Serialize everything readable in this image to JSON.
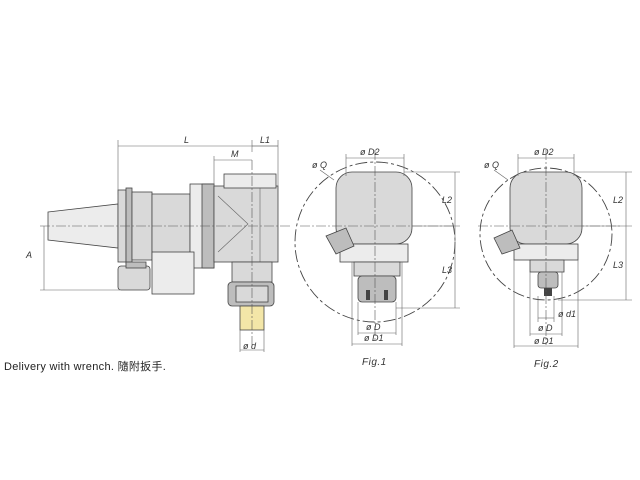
{
  "labels": {
    "L": "L",
    "L1": "L1",
    "M": "M",
    "A": "A",
    "d": "ø d",
    "fig1_Q": "ø Q",
    "fig1_D2": "ø D2",
    "fig1_L2": "L2",
    "fig1_L3": "L3",
    "fig1_D": "ø D",
    "fig1_D1": "ø D1",
    "fig2_Q": "ø Q",
    "fig2_D2": "ø D2",
    "fig2_L2": "L2",
    "fig2_L3": "L3",
    "fig2_d1": "ø d1",
    "fig2_D": "ø D",
    "fig2_D1": "ø D1"
  },
  "captions": {
    "fig1": "Fig.1",
    "fig2": "Fig.2",
    "note": "Delivery with wrench.  隨附扳手."
  },
  "colors": {
    "line": "#444444",
    "body": "#d9d9d9",
    "collet_insert": "#f3e6a8"
  }
}
